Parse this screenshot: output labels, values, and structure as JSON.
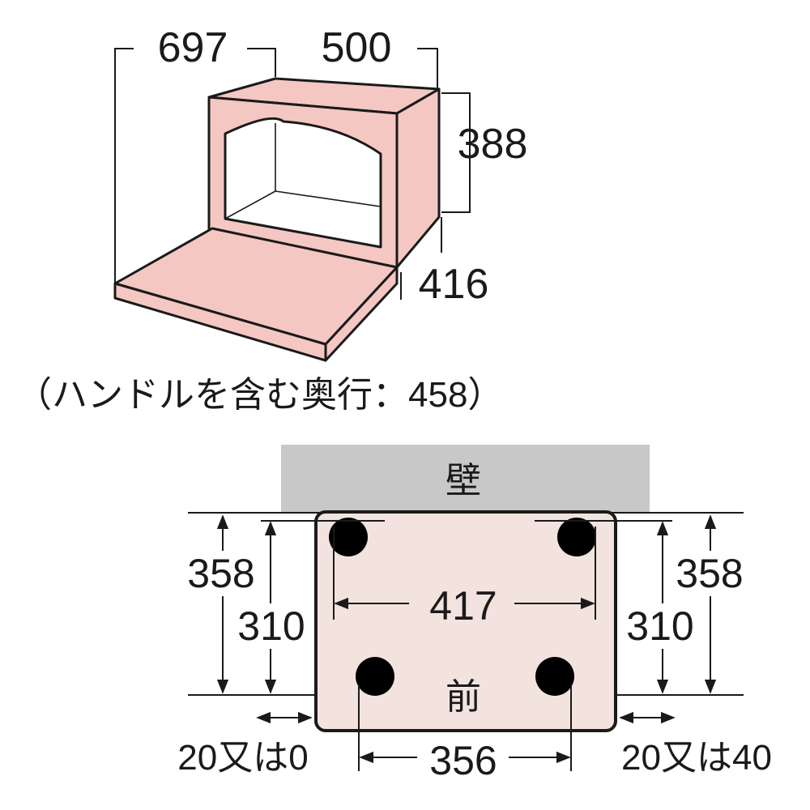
{
  "oven_view": {
    "width_label": "697",
    "inner_width_label": "500",
    "height_label": "388",
    "depth_label": "416",
    "caption": "（ハンドルを含む奥行：458）",
    "body_color": "#f5c7c2",
    "inner_color": "#ffffff"
  },
  "footprint_view": {
    "wall_label": "壁",
    "front_label": "前",
    "left_outer_label": "358",
    "left_inner_label": "310",
    "right_outer_label": "358",
    "right_inner_label": "310",
    "top_feet_span_label": "417",
    "bottom_feet_span_label": "356",
    "left_clearance_label": "20又は0",
    "right_clearance_label": "20又は40",
    "wall_color": "#c8c8c8",
    "base_color": "#f3e3de",
    "foot_color": "#000000"
  }
}
